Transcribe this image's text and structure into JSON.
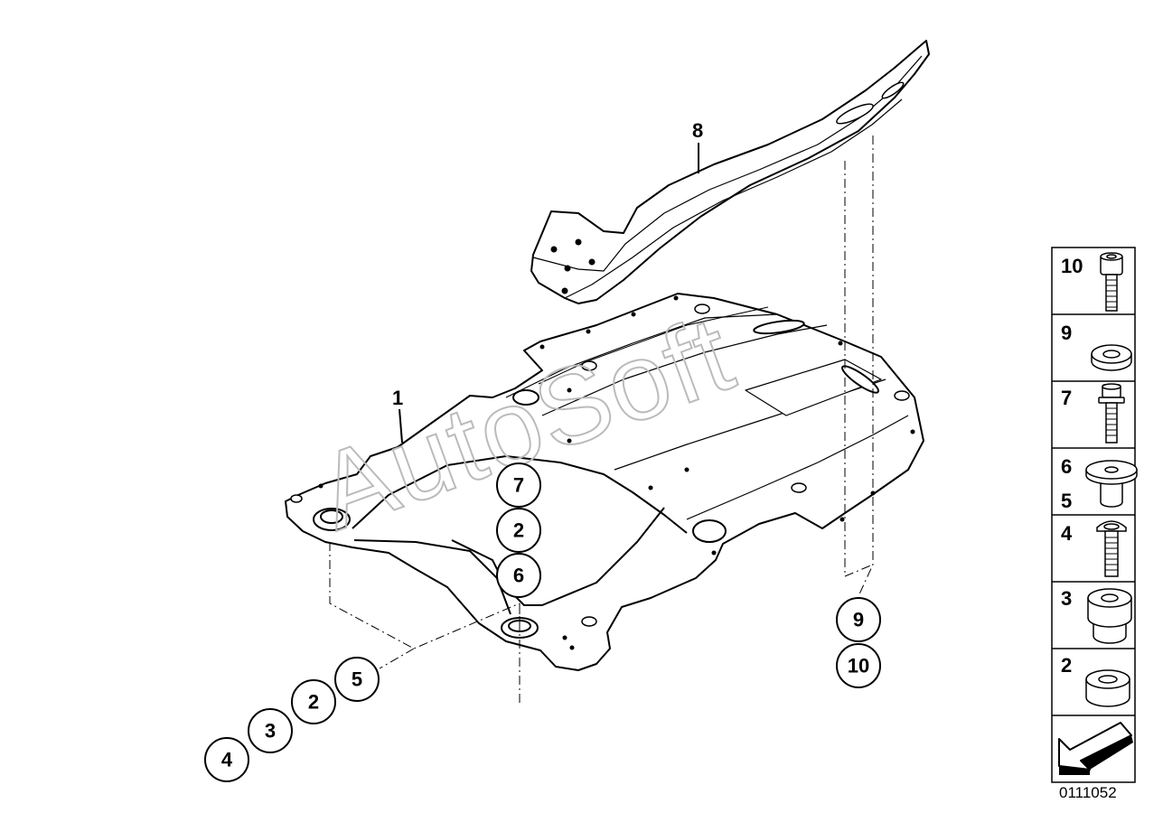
{
  "watermark": "AutoSoft",
  "diagram_code": "0111052",
  "part_labels": {
    "p1": "1",
    "p8": "8"
  },
  "callouts": {
    "c7": "7",
    "c2a": "2",
    "c6": "6",
    "c9": "9",
    "c10": "10",
    "c5": "5",
    "c2b": "2",
    "c3": "3",
    "c4": "4"
  },
  "legend": {
    "items": [
      {
        "num": "10",
        "icon": "bolt-hex-socket-icon"
      },
      {
        "num": "9",
        "icon": "washer-icon"
      },
      {
        "num": "7",
        "icon": "collar-bolt-icon"
      },
      {
        "num": "6",
        "num2": "5",
        "icon": "flanged-sleeve-icon"
      },
      {
        "num": "4",
        "icon": "torx-bolt-icon"
      },
      {
        "num": "3",
        "icon": "rubber-mount-icon"
      },
      {
        "num": "2",
        "icon": "bushing-icon"
      }
    ],
    "arrow_icon": "direction-arrow-icon"
  }
}
